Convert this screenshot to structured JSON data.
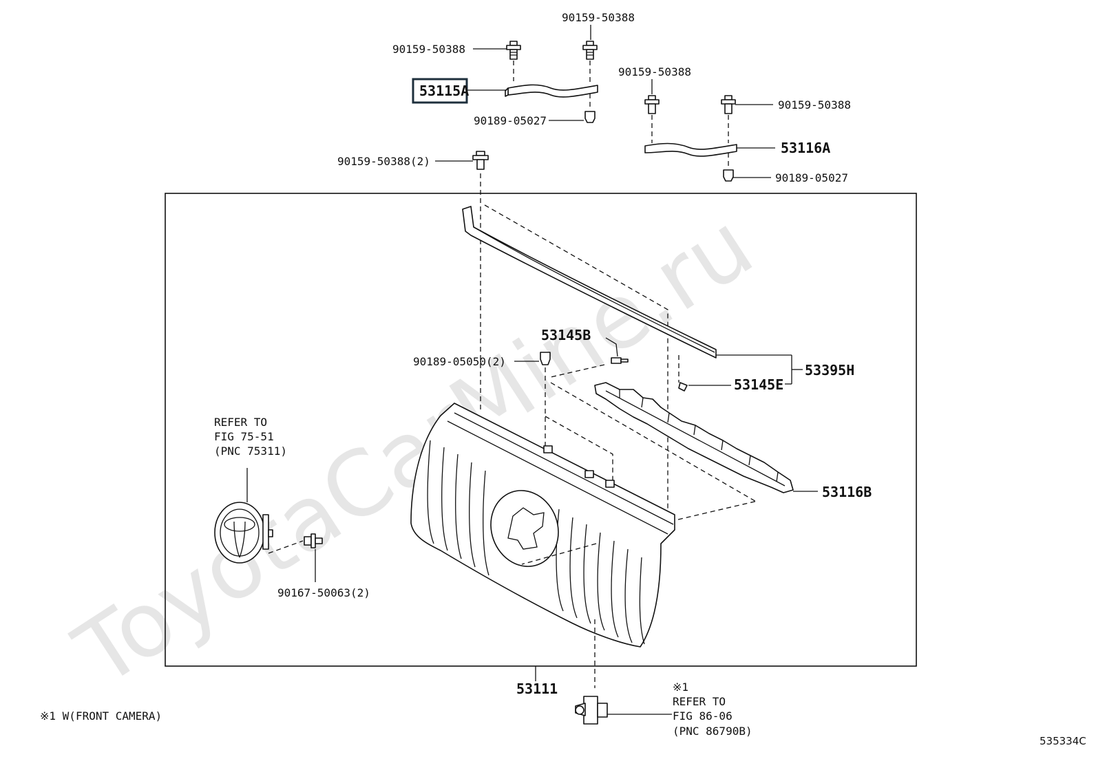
{
  "watermark": "ToyotaCarMine.ru",
  "footer": {
    "note": "※1 W(FRONT CAMERA)",
    "figure_id": "535334C"
  },
  "labels": {
    "bolt_top_left": "90159-50388",
    "bolt_top_right": "90159-50388",
    "bracket_a": "53115A",
    "nut_a": "90189-05027",
    "bolt_mid": "90159-50388",
    "bolt_right": "90159-50388",
    "bracket_b": "53116A",
    "nut_b": "90189-05027",
    "bolt_pair": "90159-50388(2)",
    "clip_53145b": "53145B",
    "nut_pair": "90189-05050(2)",
    "molding_set": "53395H",
    "clip_53145e": "53145E",
    "retainer": "53116B",
    "screw_pair": "90167-50063(2)",
    "grille": "53111"
  },
  "refer_emblem": {
    "line1": "REFER TO",
    "line2": "FIG 75-51",
    "line3": "(PNC 75311)"
  },
  "refer_camera": {
    "mark": "※1",
    "line1": "REFER TO",
    "line2": "FIG 86-06",
    "line3": "(PNC 86790B)"
  }
}
